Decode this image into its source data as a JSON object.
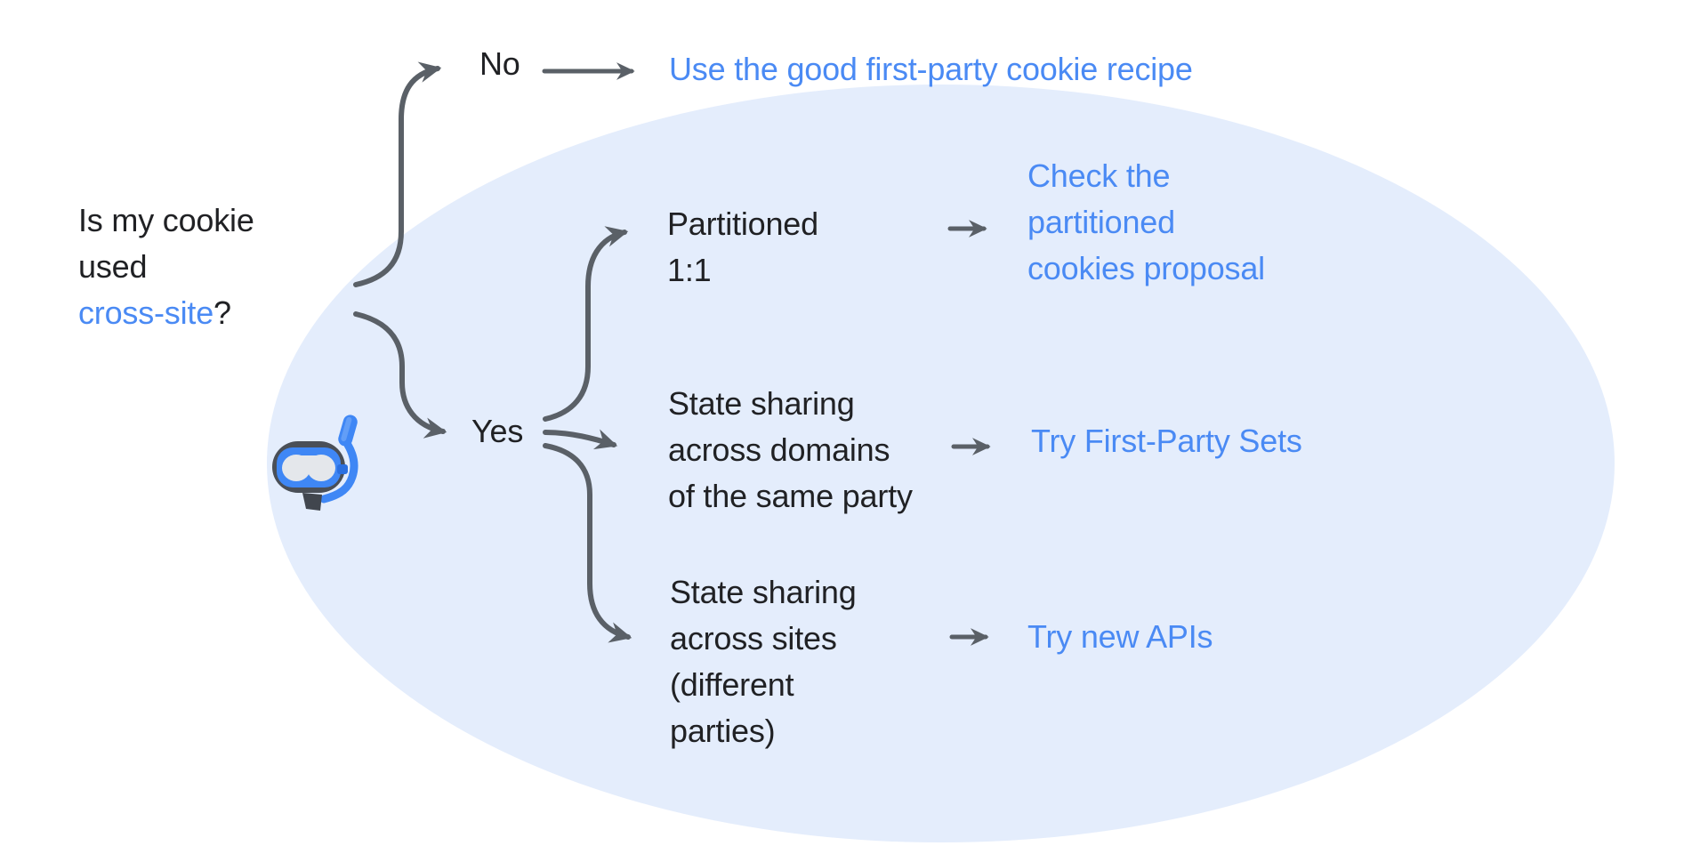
{
  "question": {
    "line1": "Is my cookie",
    "line2": "used",
    "highlight": "cross-site",
    "suffix": "?"
  },
  "no_branch": {
    "label": "No",
    "answer": "Use the good first-party cookie recipe"
  },
  "yes_branch": {
    "label": "Yes",
    "sub_branches": [
      {
        "condition_lines": [
          "Partitioned",
          "1:1"
        ],
        "answer_lines": [
          "Check the",
          "partitioned",
          "cookies proposal"
        ]
      },
      {
        "condition_lines": [
          "State sharing",
          "across domains",
          "of the same party"
        ],
        "answer_lines": [
          "Try First-Party Sets"
        ]
      },
      {
        "condition_lines": [
          "State sharing",
          "across sites",
          "(different",
          "parties)"
        ],
        "answer_lines": [
          "Try new APIs"
        ]
      }
    ]
  },
  "icons": {
    "diving_mask": "diving-mask-emoji"
  },
  "colors": {
    "link_blue": "#4A8AF4",
    "text_dark": "#202124",
    "arrow_gray": "#5A6067",
    "ellipse_fill": "#E4EDFC",
    "background": "#FFFFFF"
  }
}
